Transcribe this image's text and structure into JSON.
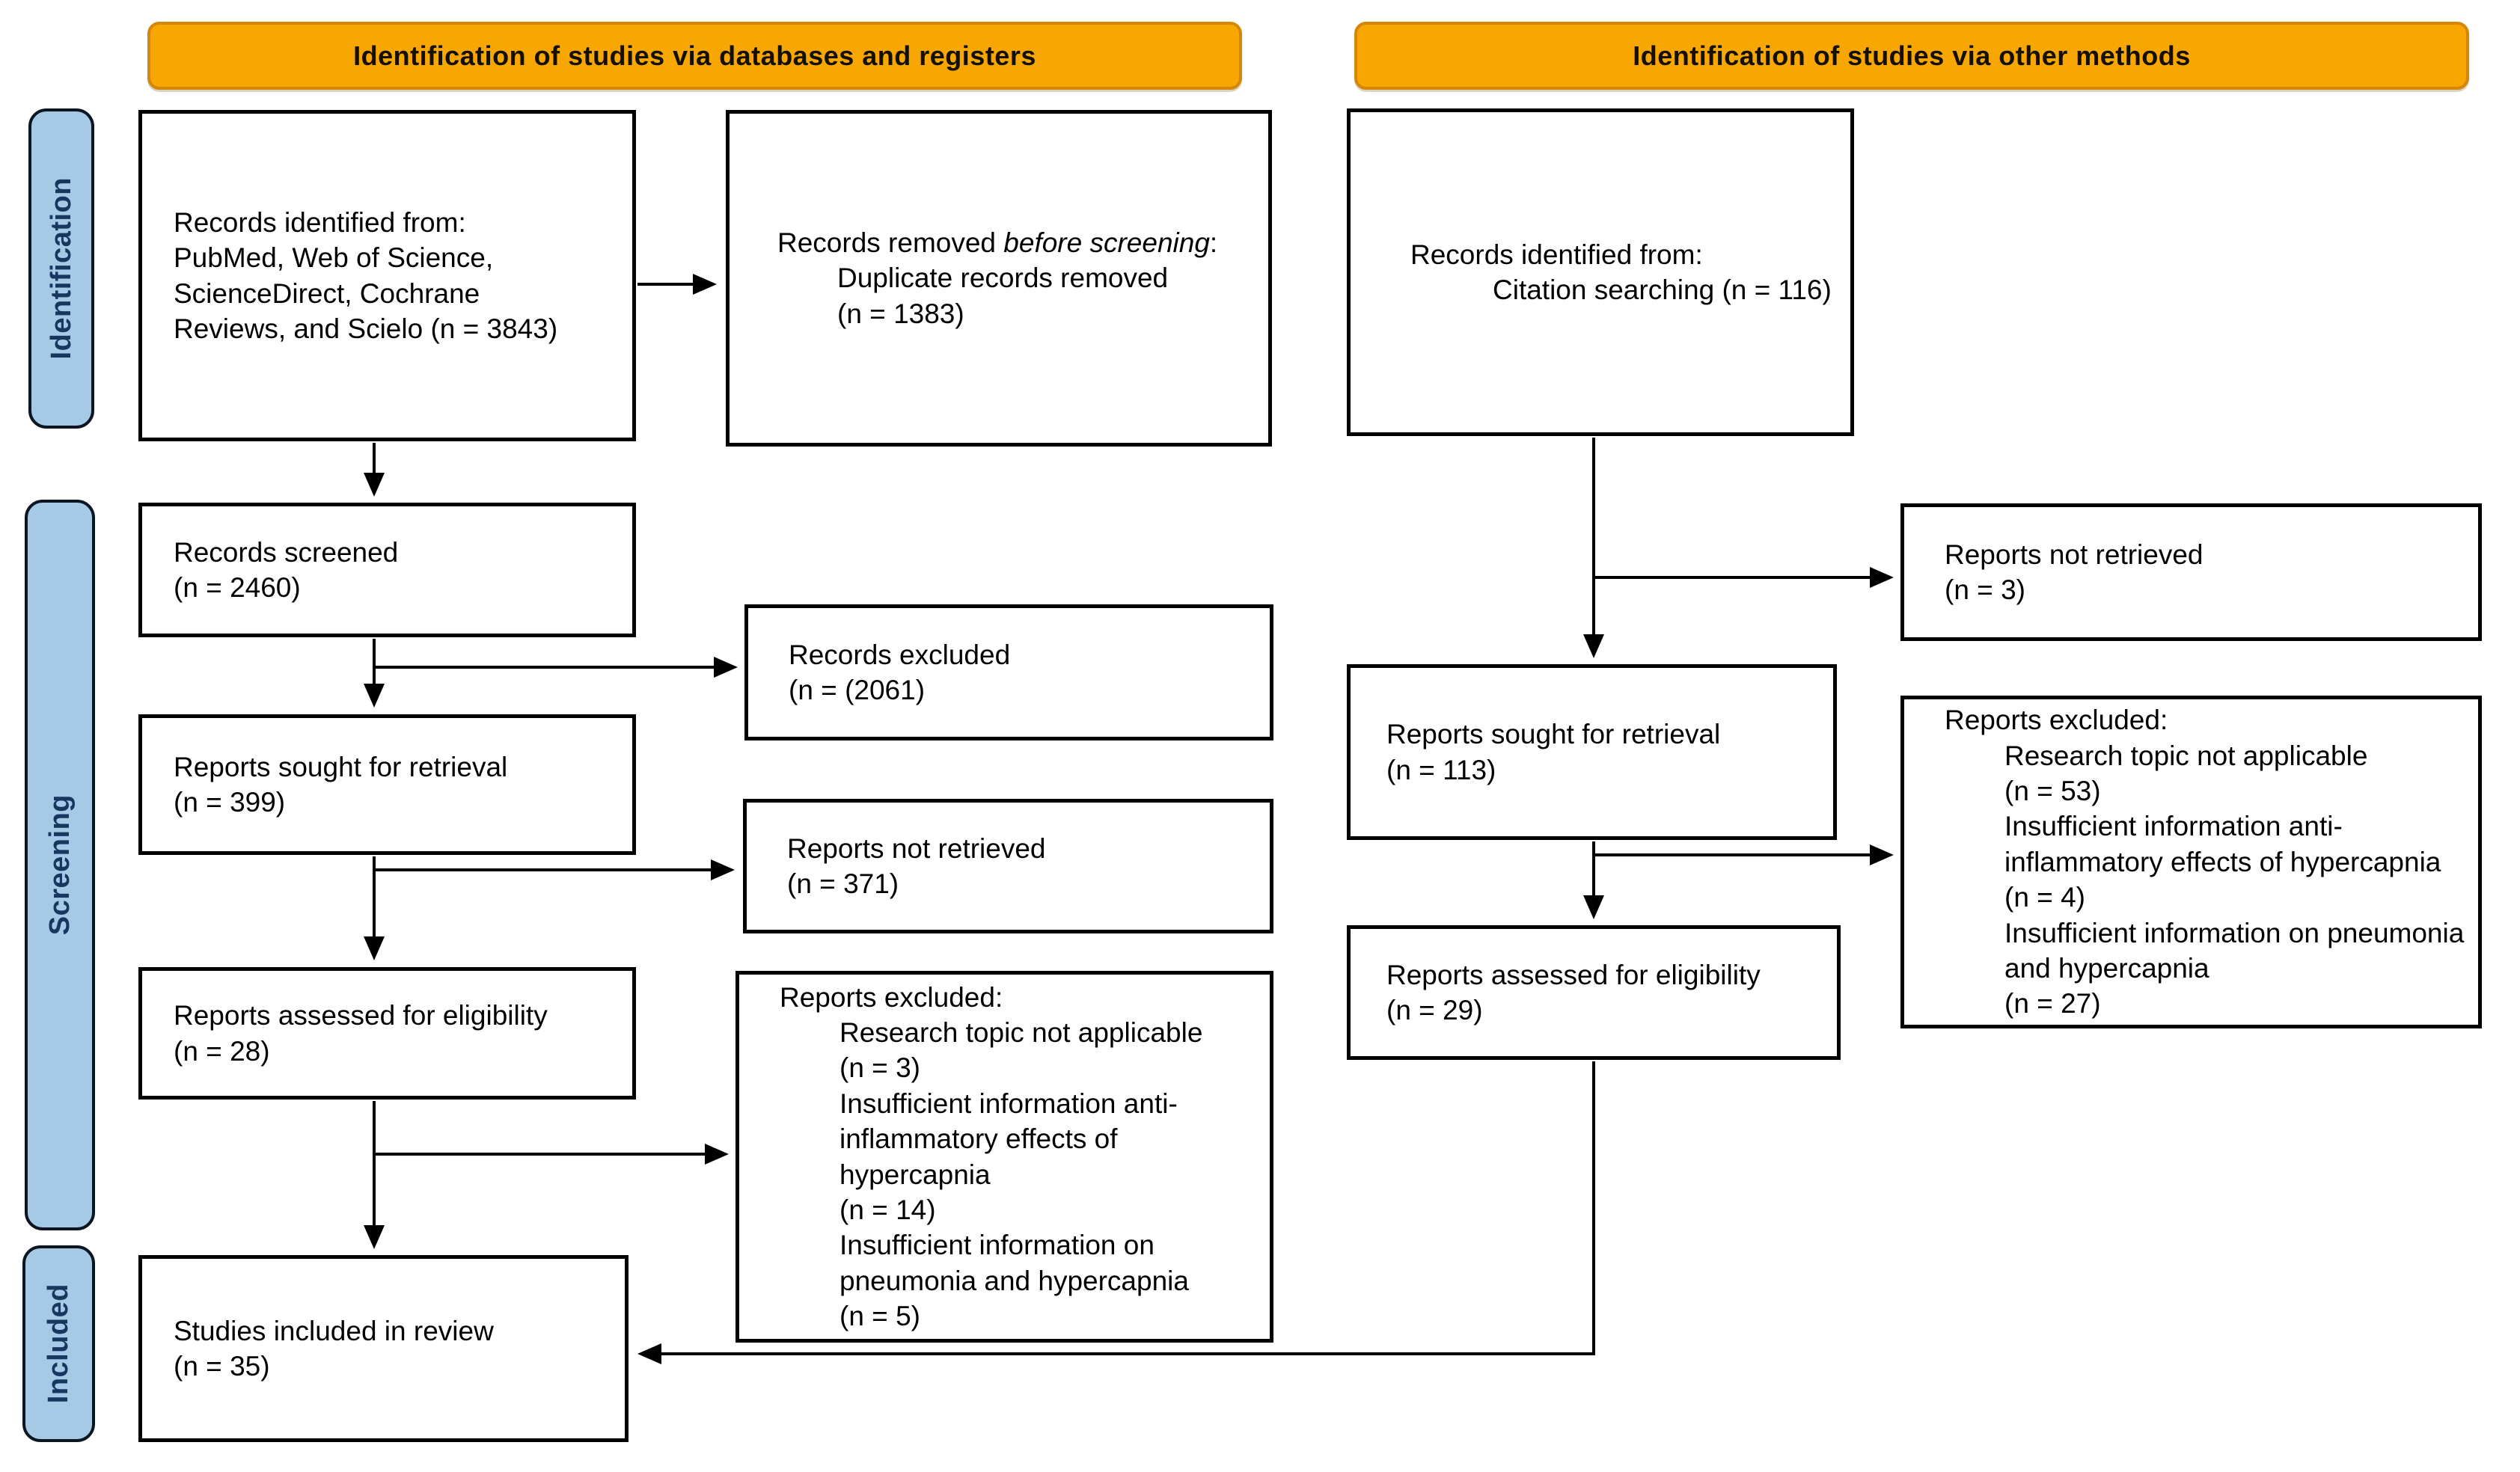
{
  "banners": {
    "left": "Identification of studies via databases and registers",
    "right": "Identification of studies via other methods"
  },
  "stages": {
    "identification": "Identification",
    "screening": "Screening",
    "included": "Included"
  },
  "colors": {
    "banner_fill": "#F7A602",
    "banner_border": "#D4870A",
    "stage_fill": "#A6C9E5",
    "stage_text": "#17375E",
    "box_border": "#000000",
    "background": "#FFFFFF"
  },
  "boxes": {
    "db_identified": {
      "lines": [
        "Records identified from:",
        "PubMed, Web of Science,",
        "ScienceDirect, Cochrane",
        "Reviews, and Scielo (n = 3843)"
      ]
    },
    "records_removed": {
      "prefix": "Records removed ",
      "italic": "before screening",
      "suffix": ":",
      "lines": [
        "Duplicate records removed",
        "(n = 1383)"
      ]
    },
    "citation_identified": {
      "line1": "Records identified from:",
      "line2": "Citation searching (n = 116)"
    },
    "records_screened": {
      "lines": [
        "Records screened",
        "(n = 2460)"
      ]
    },
    "records_excluded": {
      "lines": [
        "Records excluded",
        "(n = (2061)"
      ]
    },
    "reports_sought_db": {
      "lines": [
        "Reports sought for retrieval",
        "(n = 399)"
      ]
    },
    "reports_not_retrieved_db": {
      "lines": [
        "Reports not retrieved",
        "(n = 371)"
      ]
    },
    "reports_assessed_db": {
      "lines": [
        "Reports assessed for eligibility",
        "(n = 28)"
      ]
    },
    "reports_excluded_db": {
      "title": "Reports excluded:",
      "items": [
        "Research topic not applicable",
        "(n = 3)",
        "Insufficient information anti-",
        "inflammatory effects of",
        "hypercapnia",
        "(n = 14)",
        "Insufficient information on",
        "pneumonia and hypercapnia",
        "(n = 5)"
      ]
    },
    "studies_included": {
      "lines": [
        "Studies included in review",
        "(n = 35)"
      ]
    },
    "reports_not_retrieved_other": {
      "lines": [
        "Reports not retrieved",
        "(n = 3)"
      ]
    },
    "reports_sought_other": {
      "lines": [
        "Reports sought for retrieval",
        "(n = 113)"
      ]
    },
    "reports_excluded_other": {
      "title": "Reports excluded:",
      "items": [
        "Research topic not applicable",
        "(n = 53)",
        "Insufficient information anti-",
        "inflammatory effects of hypercapnia",
        "(n = 4)",
        "Insufficient information on pneumonia",
        "and hypercapnia",
        "(n = 27)"
      ]
    },
    "reports_assessed_other": {
      "lines": [
        "Reports assessed for eligibility",
        "(n = 29)"
      ]
    }
  }
}
